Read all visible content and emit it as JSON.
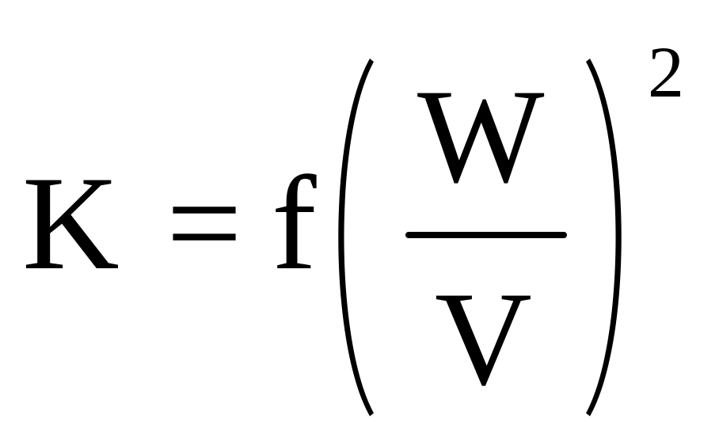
{
  "formula": {
    "lhs": "K",
    "equals": "=",
    "function": "f",
    "numerator": "W",
    "denominator": "V",
    "exponent": "2"
  }
}
